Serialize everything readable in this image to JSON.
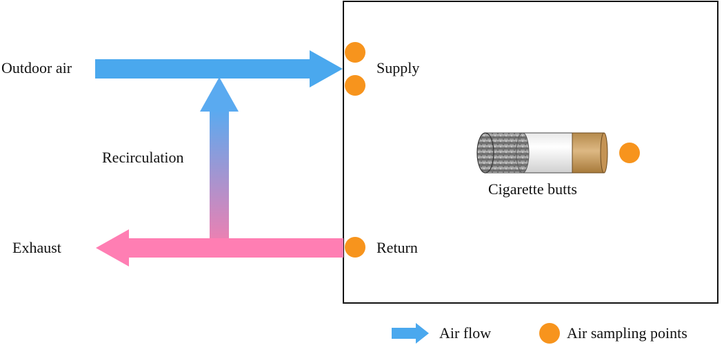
{
  "labels": {
    "outdoor_air": "Outdoor air",
    "supply": "Supply",
    "recirculation": "Recirculation",
    "exhaust": "Exhaust",
    "return": "Return",
    "cigarette_butts": "Cigarette butts"
  },
  "legend": {
    "air_flow": "Air flow",
    "air_sampling_points": "Air sampling points"
  },
  "colors": {
    "supply_flow": "#4aa8ee",
    "recirculation_top": "#5aaaf0",
    "recirculation_bottom": "#f07fb0",
    "exhaust_flow": "#ff7eb3",
    "sampling_point": "#f7941d",
    "room_border": "#111111",
    "filter_tip": "#c9a269",
    "ash": "#8e8e8e"
  },
  "icons": {
    "legend_flow": "blue-arrow-icon",
    "legend_sampling": "orange-dot-icon",
    "cigarette": "cigarette-butt-icon"
  }
}
